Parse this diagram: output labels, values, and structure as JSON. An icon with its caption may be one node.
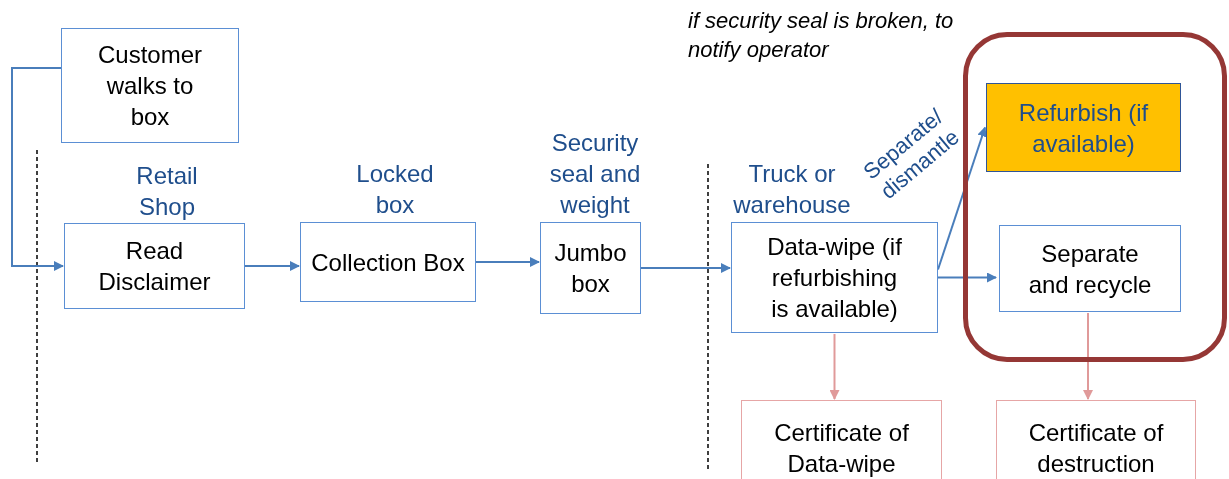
{
  "diagram": {
    "nodes": [
      {
        "text": [
          "Customer walks to box"
        ]
      },
      {
        "text": [
          "Read Disclaimer"
        ],
        "beside": [
          "Retail Shop"
        ]
      },
      {
        "text": [
          "Collection Box"
        ],
        "beside": [
          "Locked box"
        ]
      },
      {
        "text": [
          "Jumbo box"
        ],
        "beside": [
          "Security seal and weight"
        ]
      },
      {
        "text": [
          "Data-wipe (if refurbishing is available)"
        ],
        "beside": [
          "Truck or warehouse"
        ]
      },
      {
        "text": [],
        "shape": "box"
      },
      {
        "text": [
          "Refurbish (if available)"
        ],
        "in": 5
      },
      {
        "text": [
          "Separate and recycle"
        ],
        "in": 5
      },
      {
        "text": [
          "Certificate of Data-wipe"
        ]
      },
      {
        "text": [
          "Certificate of destruction"
        ]
      }
    ],
    "edges": [
      {
        "from": 0,
        "to": 1,
        "arrow": "to"
      },
      {
        "from": 1,
        "to": 2,
        "arrow": "to"
      },
      {
        "from": 2,
        "to": 3,
        "arrow": "to"
      },
      {
        "from": 3,
        "to": 4,
        "arrow": "to"
      },
      {
        "from": 4,
        "to": 6,
        "arrow": "to",
        "label": "Separate/ dismantle"
      },
      {
        "from": 4,
        "to": 7,
        "arrow": "to"
      },
      {
        "from": 4,
        "to": 8,
        "arrow": "to",
        "color": "#e09a9a"
      },
      {
        "from": 7,
        "to": 9,
        "arrow": "to",
        "color": "#e09a9a"
      }
    ],
    "labels": [
      "if security seal is broken, to notify operator"
    ]
  }
}
